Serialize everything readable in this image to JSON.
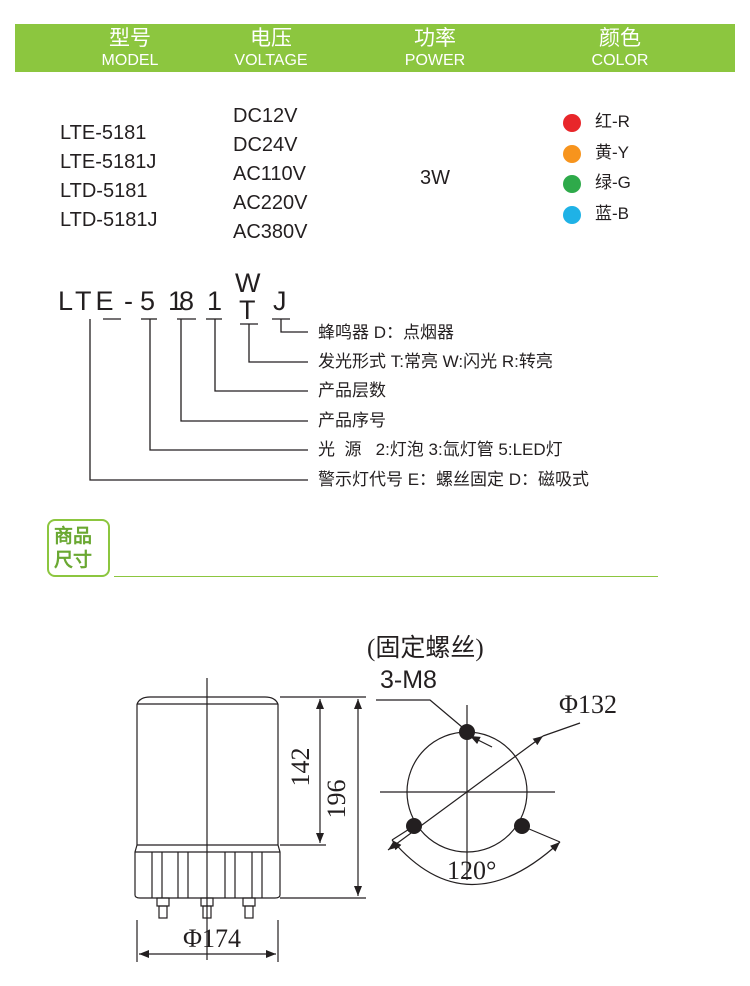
{
  "header": {
    "model": {
      "cn": "型号",
      "en": "MODEL"
    },
    "voltage": {
      "cn": "电压",
      "en": "VOLTAGE"
    },
    "power": {
      "cn": "功率",
      "en": "POWER"
    },
    "color": {
      "cn": "颜色",
      "en": "COLOR"
    },
    "bar_color": "#8cc63f"
  },
  "spec": {
    "models": [
      "LTE-5181",
      "LTE-5181J",
      "LTD-5181",
      "LTD-5181J"
    ],
    "voltages": [
      "DC12V",
      "DC24V",
      "AC110V",
      "AC220V",
      "AC380V"
    ],
    "power": "3W",
    "colors": [
      {
        "label": "红-R",
        "hex": "#e8262a"
      },
      {
        "label": "黄-Y",
        "hex": "#f7941d"
      },
      {
        "label": "绿-G",
        "hex": "#2eaa4a"
      },
      {
        "label": "蓝-B",
        "hex": "#1fb2e6"
      }
    ]
  },
  "code": {
    "part_lte": "LTE",
    "dash": "-",
    "digit_5": "5",
    "digit_1": "1",
    "digit_8": "8",
    "digit_1b": "1",
    "w": "W",
    "t": "T",
    "j": "J",
    "explanations": [
      "蜂鸣器 D：点烟器",
      "发光形式 T:常亮 W:闪光 R:转亮",
      "产品层数",
      "产品序号",
      "光  源   2:灯泡 3:氙灯管 5:LED灯",
      "警示灯代号 E：螺丝固定 D：磁吸式"
    ]
  },
  "section": {
    "line1": "商品",
    "line2": "尺寸",
    "accent": "#8cc63f"
  },
  "drawing": {
    "fixing_note": "(固定螺丝)",
    "screw": "3-M8",
    "pcd": "Φ132",
    "height_body": "142",
    "height_total": "196",
    "diameter": "Φ174",
    "angle": "120°"
  }
}
